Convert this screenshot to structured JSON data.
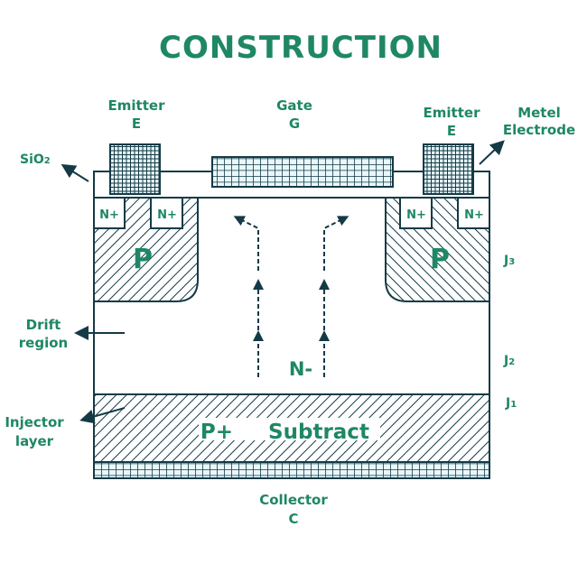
{
  "title": "CONSTRUCTION",
  "colors": {
    "label_green": "#1e8764",
    "outline_dark": "#143a46",
    "metal_fill": "#1d4e5c",
    "background": "#ffffff"
  },
  "terminals": {
    "emitter_left": {
      "name": "Emitter",
      "symbol": "E"
    },
    "gate": {
      "name": "Gate",
      "symbol": "G"
    },
    "emitter_right": {
      "name": "Emitter",
      "symbol": "E"
    },
    "collector": {
      "name": "Collector",
      "symbol": "C"
    }
  },
  "callouts": {
    "sio2": "SiO2",
    "sio2_base": "SiO",
    "sio2_sub": "2",
    "metal_line1": "Metel",
    "metal_line2": "Electrode",
    "drift_line1": "Drift",
    "drift_line2": "region",
    "injector_line1": "Injector",
    "injector_line2": "layer"
  },
  "regions": {
    "n_plus": "N+",
    "p_left": "P",
    "p_right": "P",
    "n_minus": "N-",
    "p_plus": "P+",
    "substrate": "Subtract"
  },
  "junctions": [
    {
      "base": "J",
      "sub": "3"
    },
    {
      "base": "J",
      "sub": "2"
    },
    {
      "base": "J",
      "sub": "1"
    }
  ]
}
